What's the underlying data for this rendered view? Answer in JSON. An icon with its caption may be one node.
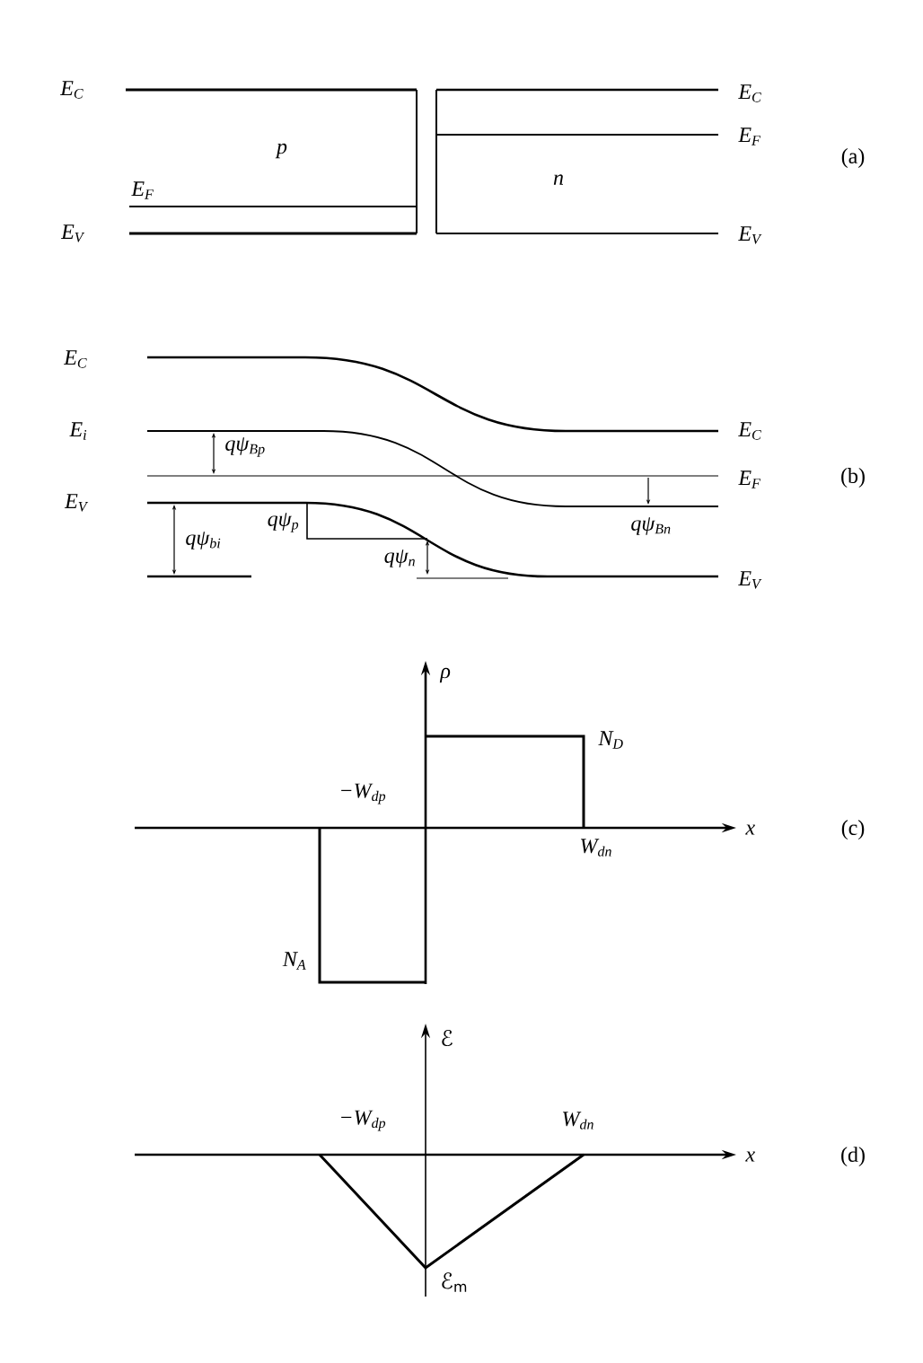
{
  "diagram": {
    "labels": [
      "E$_{C}$",
      "E$_{C}$",
      "p",
      "E$_{F}$",
      "E$_{F}$",
      "n",
      "(a)",
      "E$_{V}$",
      "E$_{V}$",
      "E$_{C}$",
      "E$_{i}$",
      "qψ$_{Bp}$",
      "E$_{C}$",
      "E$_{F}$",
      "(b)",
      "E$_{V}$",
      "qψ$_{p}$",
      "qψ$_{bi}$",
      "qψ$_{n}$",
      "qψ$_{Bn}$",
      "E$_{V}$",
      "ρ",
      "N$_{D}$",
      "−W$_{dp}$",
      "x",
      "(c)",
      "W$_{dn}$",
      "N$_{A}$",
      "ℰ",
      "−W$_{dp}$",
      "W$_{dn}$",
      "x",
      "(d)",
      "ℰ$_{m}$"
    ]
  }
}
